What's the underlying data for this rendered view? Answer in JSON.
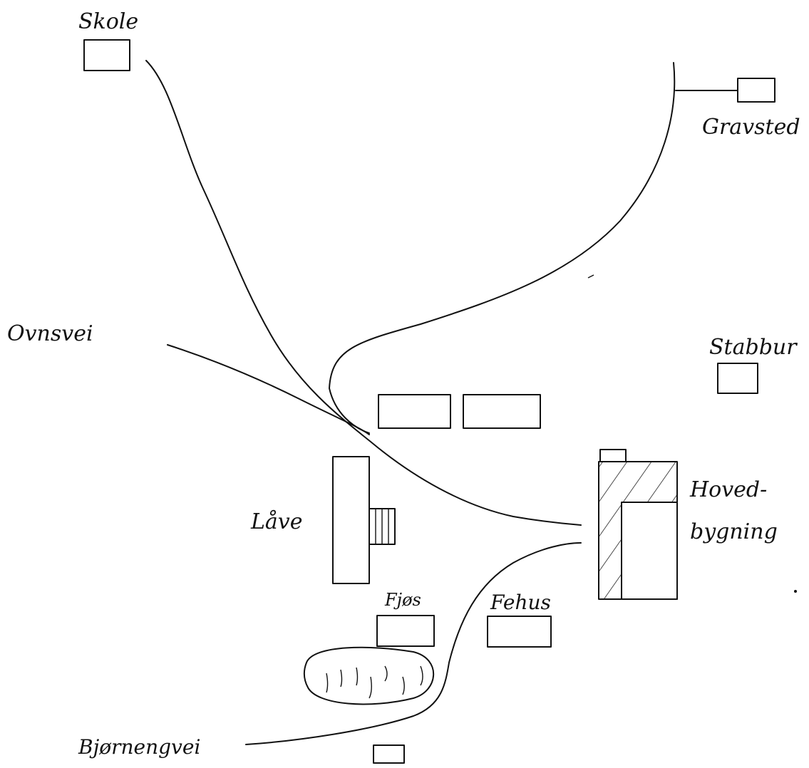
{
  "map": {
    "labels": {
      "skole": "Skole",
      "gravsted": "Gravsted",
      "ovnsvei": "Ovnsvei",
      "stabbur": "Stabbur",
      "hovedbygning_line1": "Hoved-",
      "hovedbygning_line2": "bygning",
      "lave": "Låve",
      "fjos": "Fjøs",
      "fehus": "Fehus",
      "bjornengvei": "Bjørnengvei"
    },
    "colors": {
      "ink": "#111111",
      "paper": "#ffffff"
    }
  }
}
